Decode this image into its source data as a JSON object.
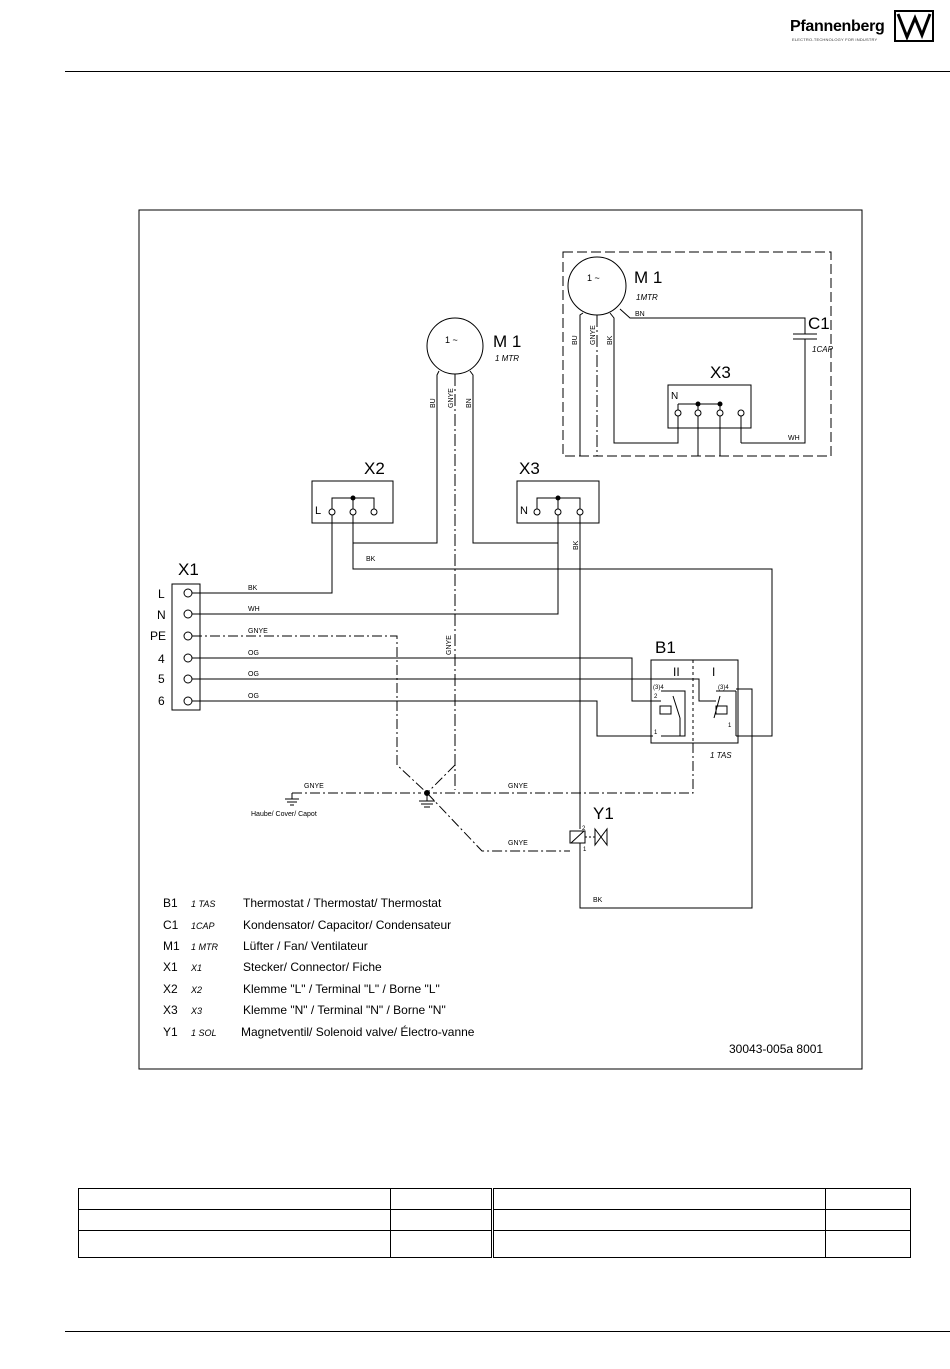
{
  "brand": {
    "name": "Pfannenberg",
    "tagline": "ELECTRO-TECHNOLOGY FOR INDUSTRY"
  },
  "diagram": {
    "inset_motor": {
      "id": "M 1",
      "type": "1MTR",
      "symbol": "1 ~"
    },
    "inset_capacitor": {
      "id": "C1",
      "type": "1CAP"
    },
    "inset_terminal": {
      "id": "X3",
      "pin": "N"
    },
    "inset_wires": [
      "BU",
      "GNYE",
      "BK",
      "BN",
      "WH"
    ],
    "main_motor": {
      "id": "M 1",
      "type": "1 MTR",
      "symbol": "1 ~",
      "wires": [
        "BU",
        "GNYE",
        "BN"
      ]
    },
    "terminal_x2": {
      "id": "X2",
      "pin": "L"
    },
    "terminal_x3": {
      "id": "X3",
      "pin": "N"
    },
    "connector_x1": {
      "id": "X1",
      "pins": [
        "L",
        "N",
        "PE",
        "4",
        "5",
        "6"
      ]
    },
    "wire_labels": {
      "bk": "BK",
      "wh": "WH",
      "gnye": "GNYE",
      "og": "OG"
    },
    "thermostat": {
      "id": "B1",
      "type": "1 TAS",
      "ch2": "II",
      "ch1": "I",
      "pin34": "(3)4",
      "pin2": "2",
      "pin1": "1"
    },
    "solenoid": {
      "id": "Y1",
      "pin1": "1",
      "pin2": "2"
    },
    "cover_label": "Haube/ Cover/ Capot",
    "drawing_number": "30043-005a   8001"
  },
  "legend": [
    {
      "code": "B1",
      "type": "1 TAS",
      "desc": "Thermostat / Thermostat/ Thermostat"
    },
    {
      "code": "C1",
      "type": "1CAP",
      "desc": "Kondensator/ Capacitor/ Condensateur"
    },
    {
      "code": "M1",
      "type": "1 MTR",
      "desc": "Lüfter / Fan/ Ventilateur"
    },
    {
      "code": "X1",
      "type": "X1",
      "desc": "Stecker/ Connector/ Fiche"
    },
    {
      "code": "X2",
      "type": "X2",
      "desc": "Klemme \"L\" / Terminal \"L\" / Borne \"L\""
    },
    {
      "code": "X3",
      "type": "X3",
      "desc": "Klemme \"N\" / Terminal \"N\" / Borne \"N\""
    },
    {
      "code": "Y1",
      "type": "1 SOL",
      "desc": "Magnetventil/ Solenoid valve/ Électro-vanne"
    }
  ]
}
